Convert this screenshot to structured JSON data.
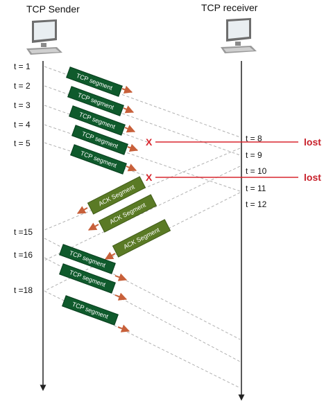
{
  "header": {
    "sender_title": "TCP Sender",
    "receiver_title": "TCP receiver"
  },
  "icons": {
    "sender": "desktop-computer-icon",
    "receiver": "desktop-computer-icon"
  },
  "colors": {
    "tcp_segment": "#0f5a2c",
    "ack_segment": "#5a7a25",
    "arrow": "#c8603a",
    "loss_line": "#d8262e",
    "lost_text": "#c8202a",
    "timeline": "#222222",
    "dashed": "#b0b0b0"
  },
  "sender_times": [
    "t = 1",
    "t = 2",
    "t = 3",
    "t = 4",
    "t = 5",
    "t =15",
    "t =16",
    "t =18"
  ],
  "receiver_times": [
    "t = 8",
    "t = 9",
    "t = 10",
    "t = 11",
    "t = 12"
  ],
  "segment_label": "TCP segment",
  "ack_label": "ACK Segment",
  "loss_marker": "X",
  "lost_label": "lost"
}
